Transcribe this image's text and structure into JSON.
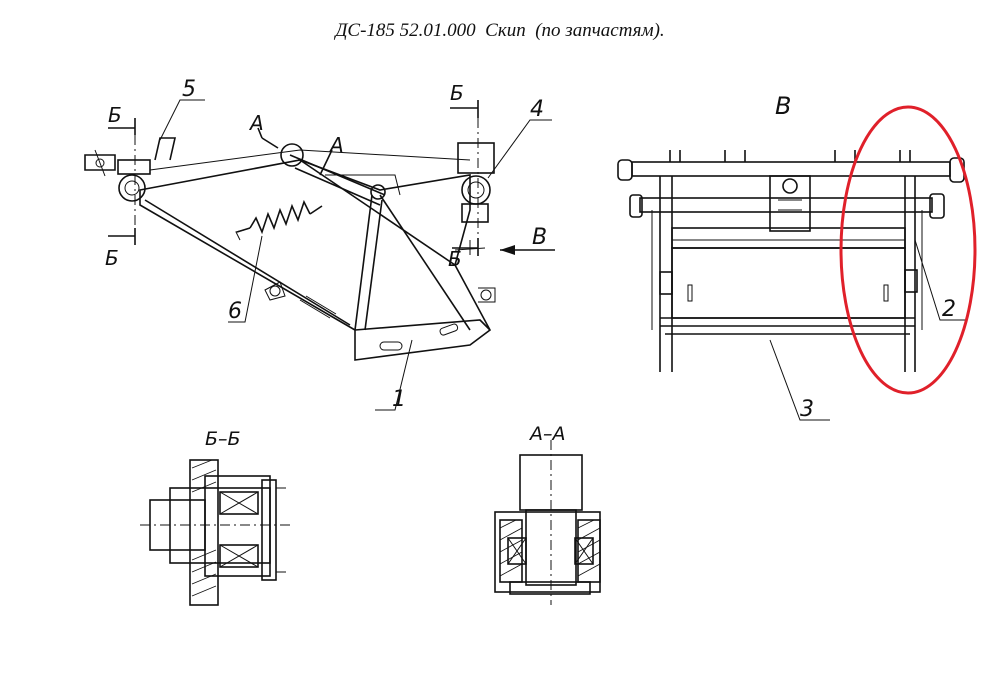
{
  "title": "ДС-185 52.01.000  Скип  (по запчастям).",
  "callouts": {
    "part_1": "1",
    "part_2": "2",
    "part_3": "3",
    "part_4": "4",
    "part_5": "5",
    "part_6": "6"
  },
  "section_marks": {
    "b": "Б",
    "a": "А",
    "view_v": "В"
  },
  "section_titles": {
    "b_b": "Б–Б",
    "a_a": "А–А"
  },
  "highlight": {
    "shape": "ellipse",
    "color": "#e0202a",
    "target": "part_2"
  }
}
